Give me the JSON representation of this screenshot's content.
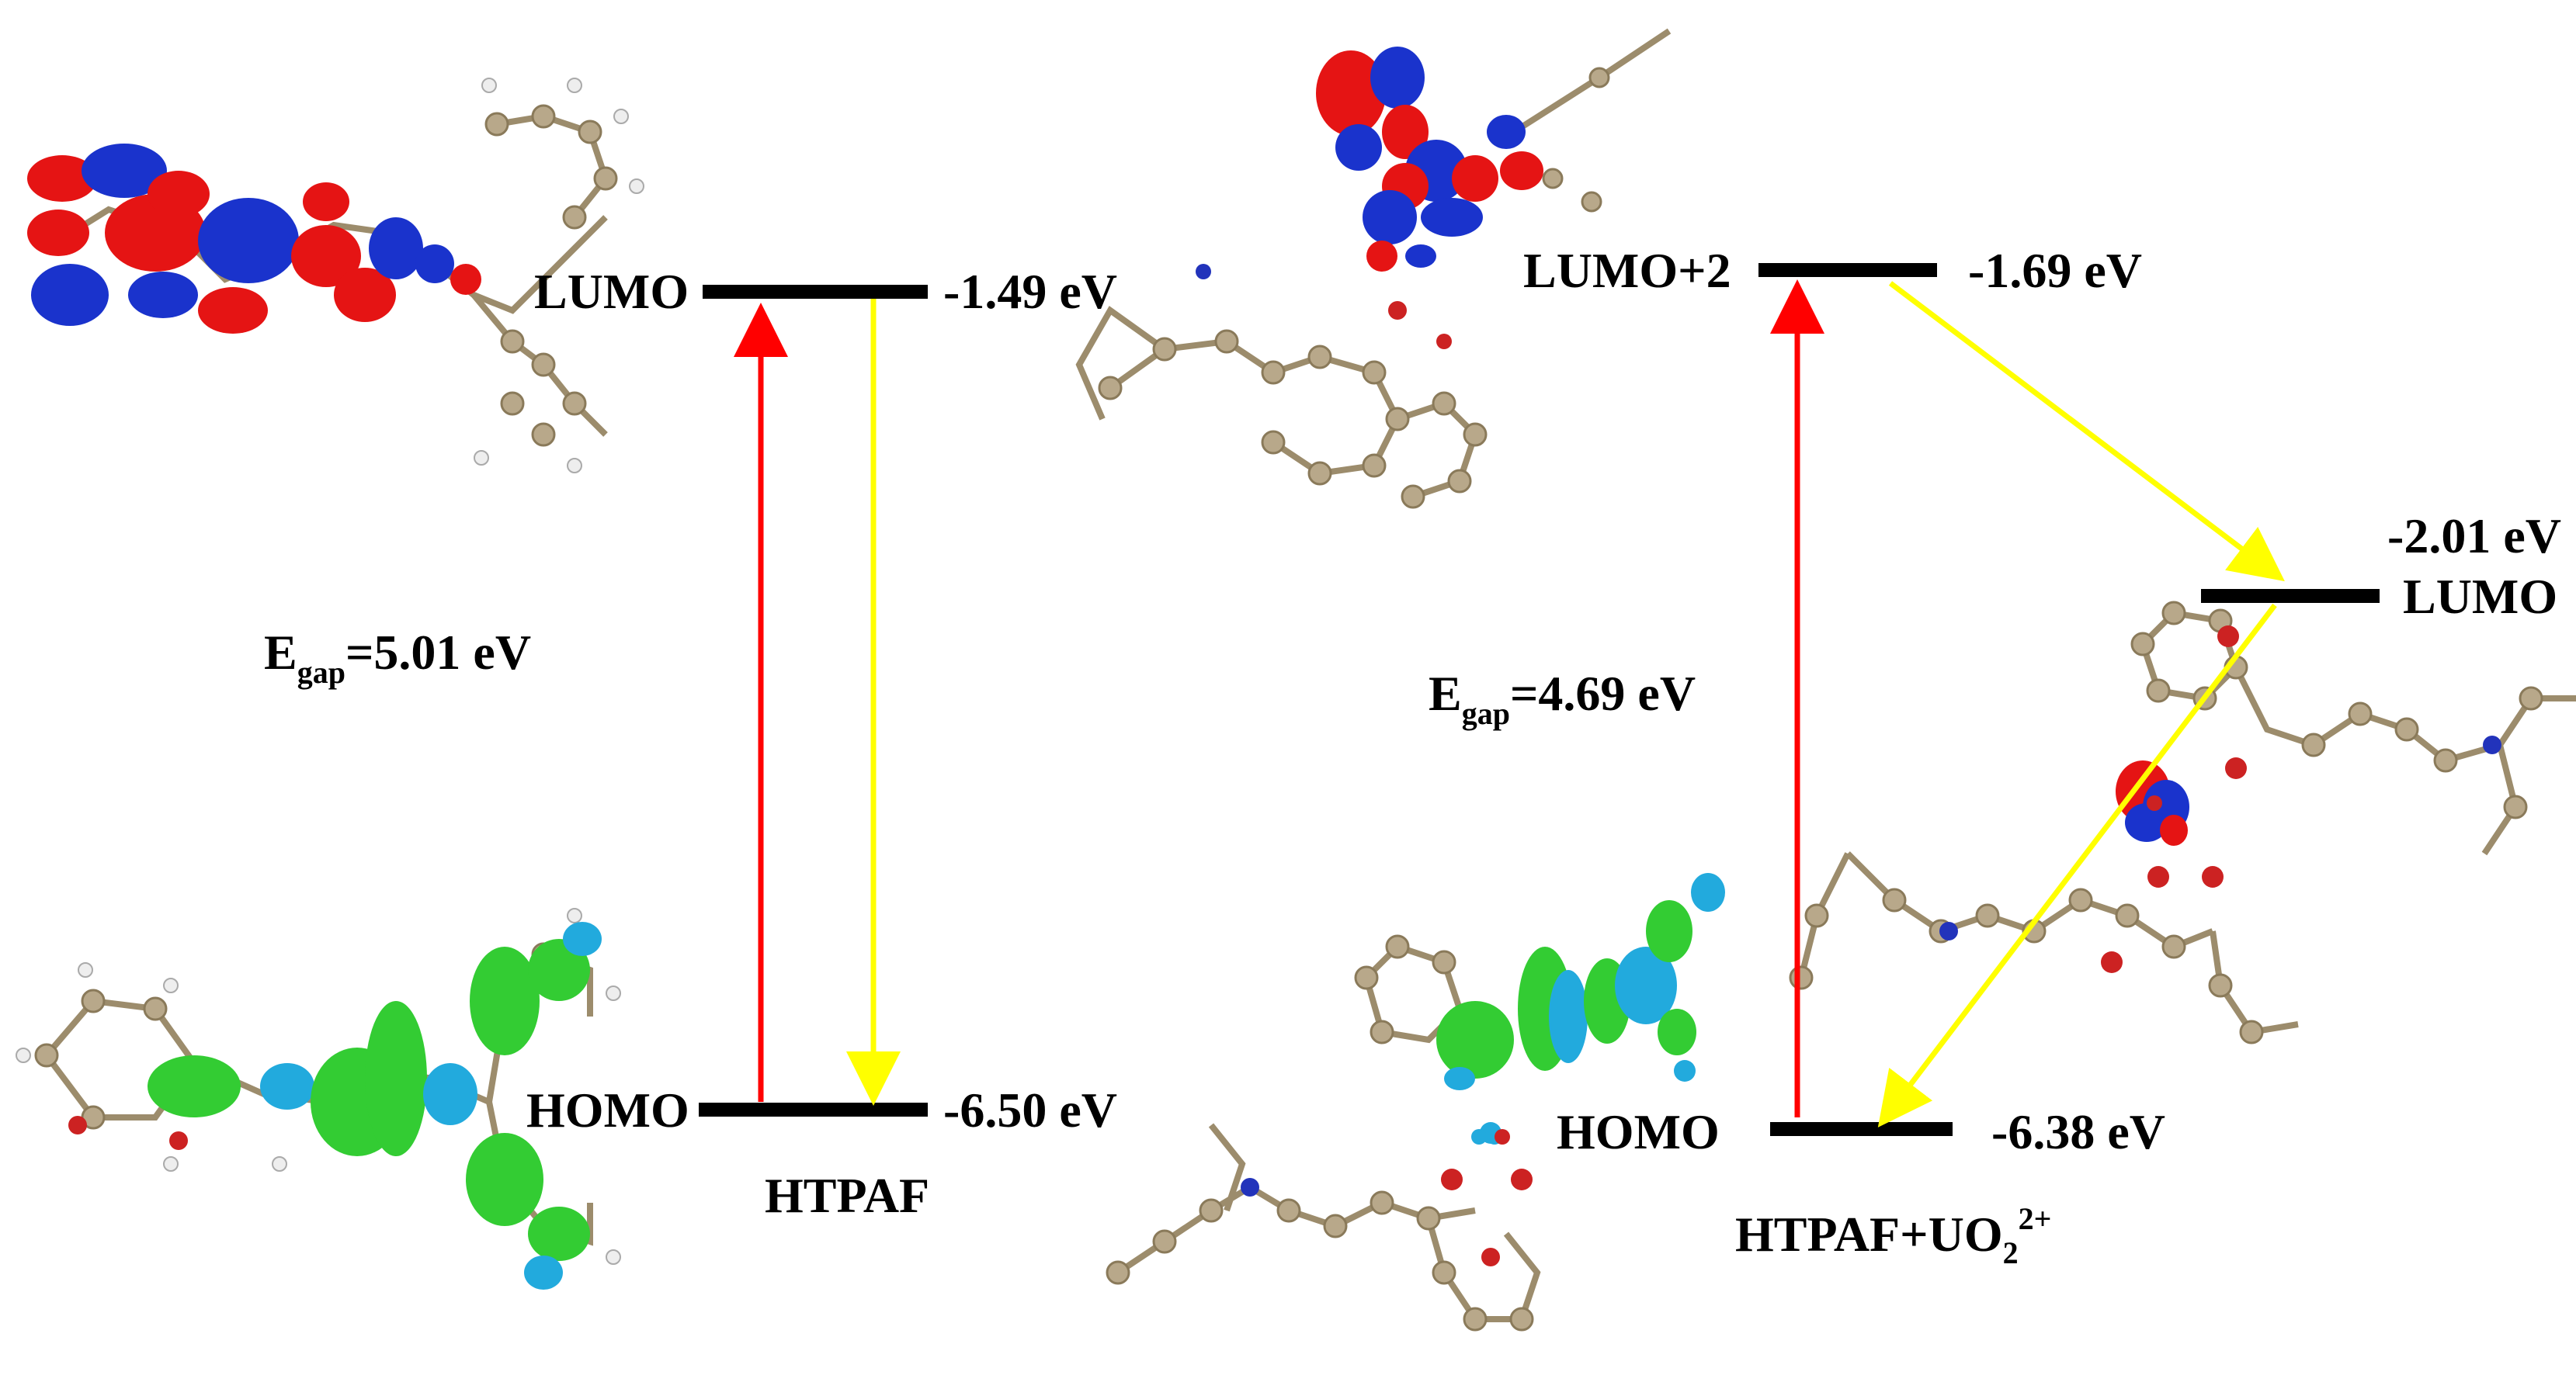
{
  "left_panel": {
    "lumo_label": "LUMO",
    "lumo_energy": "-1.49 eV",
    "homo_label": "HOMO",
    "homo_energy": "-6.50 eV",
    "gap_prefix": "E",
    "gap_subscript": "gap",
    "gap_value": "=5.01 eV",
    "compound_label": "HTPAF"
  },
  "right_panel": {
    "lumo2_label": "LUMO+2",
    "lumo2_energy": "-1.69 eV",
    "lumo_label": "LUMO",
    "lumo_energy": "-2.01 eV",
    "homo_label": "HOMO",
    "homo_energy": "-6.38 eV",
    "gap_prefix": "E",
    "gap_subscript": "gap",
    "gap_value": "=4.69 eV",
    "compound_main": "HTPAF+UO",
    "compound_sub": "2",
    "compound_sup": "2+"
  },
  "colors": {
    "level_line": "#000000",
    "excitation_arrow": "#ff0000",
    "emission_arrow": "#ffff00",
    "orbital_positive": "#ee1111",
    "orbital_negative": "#1a33cc",
    "orbital_homo_green": "#33cc33",
    "orbital_homo_cyan": "#22aadd",
    "carbon_atom": "#b8a88a",
    "hydrogen_atom": "#eeeeee",
    "oxygen_atom": "#cc2222",
    "nitrogen_atom": "#2233bb"
  }
}
